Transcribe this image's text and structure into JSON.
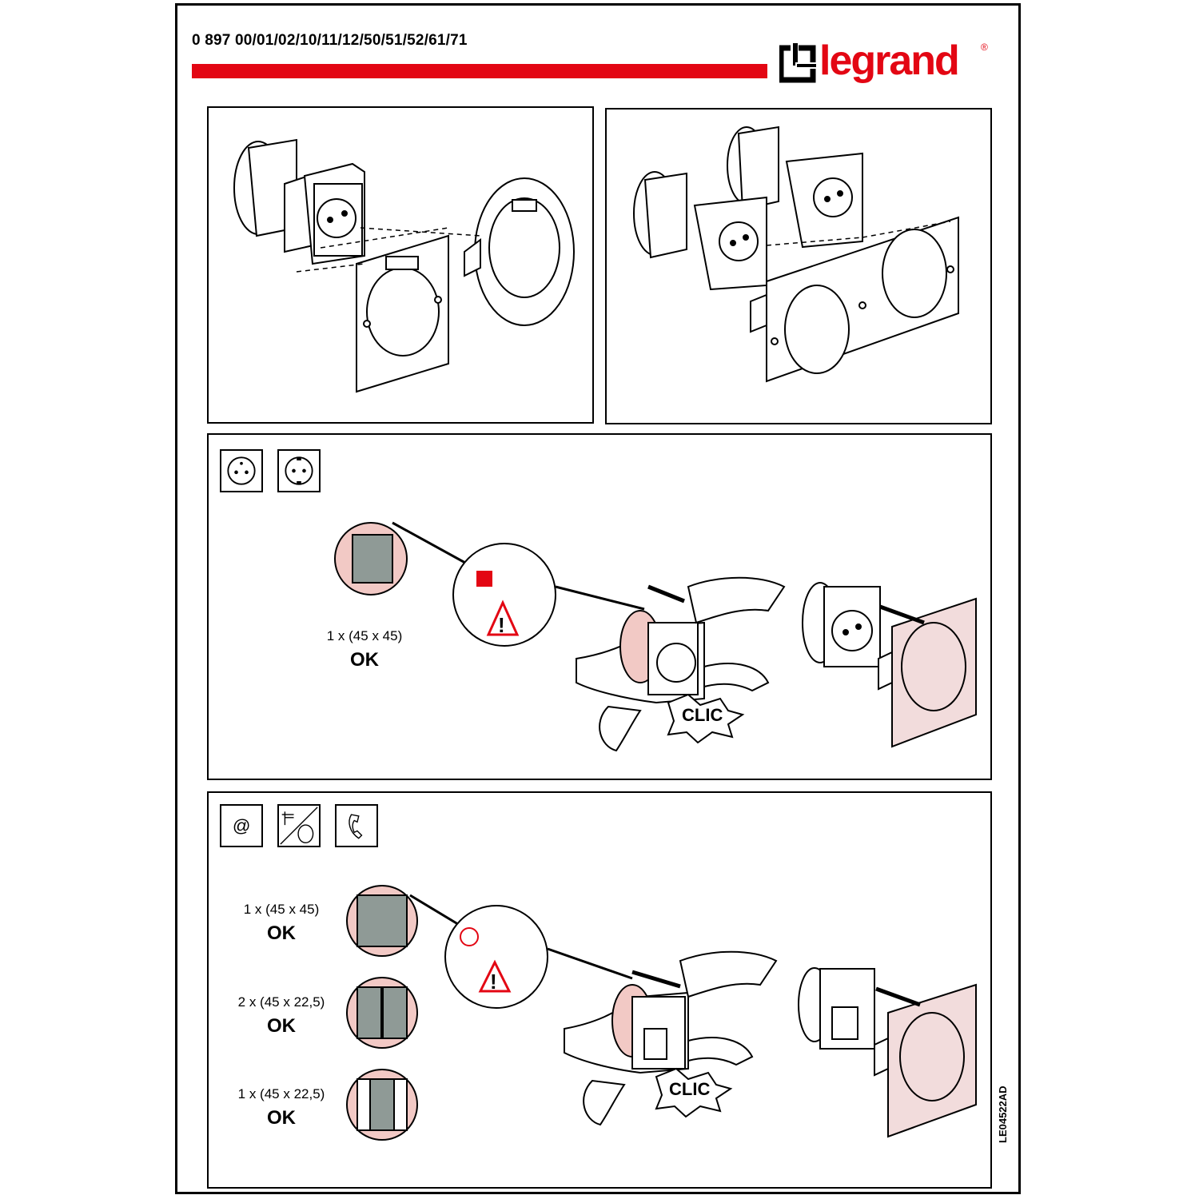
{
  "header": {
    "reference": "0 897 00/01/02/10/11/12/50/51/52/61/71",
    "brand": "legrand",
    "brand_mark": "®",
    "accent_color": "#e30613"
  },
  "panel_2": {
    "icons": [
      "french-socket-icon",
      "schuko-socket-icon"
    ],
    "label": "1 x (45 x 45)",
    "status": "OK",
    "sound": "CLIC"
  },
  "panel_3": {
    "icons": [
      "data-at-icon",
      "tv-satellite-icon",
      "telephone-icon"
    ],
    "options": [
      {
        "label": "1 x (45 x 45)",
        "status": "OK"
      },
      {
        "label": "2 x (45 x 22,5)",
        "status": "OK"
      },
      {
        "label": "1 x (45 x 22,5)",
        "status": "OK"
      }
    ],
    "sound": "CLIC"
  },
  "footer": {
    "doc_reference": "LE04522AD"
  }
}
